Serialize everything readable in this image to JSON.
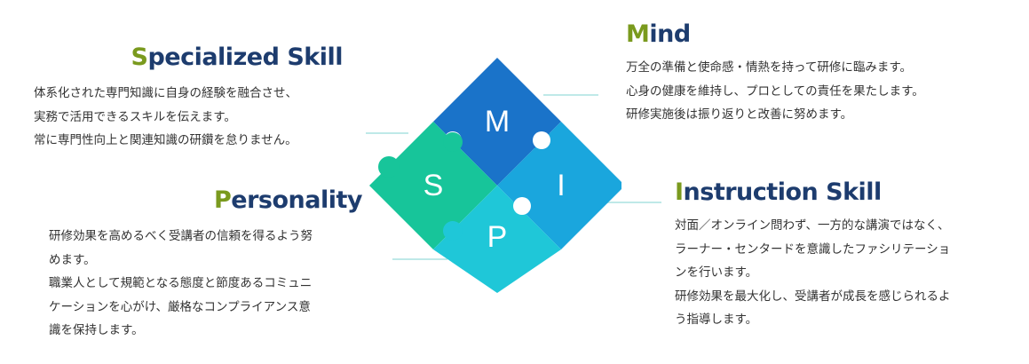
{
  "colors": {
    "accent_initial": "#7a9a1e",
    "title": "#1d3c6e",
    "piece_m": "#1a73c9",
    "piece_i": "#1aa6dd",
    "piece_s": "#17c59a",
    "piece_p": "#1fc7d8",
    "connector_line": "#bfe9e8"
  },
  "puzzle": {
    "m": "M",
    "s": "S",
    "i": "I",
    "p": "P"
  },
  "sections": {
    "specialized": {
      "initial": "S",
      "rest": "pecialized Skill",
      "lines": [
        "体系化された専門知識に自身の経験を融合させ、",
        "実務で活用できるスキルを伝えます。",
        "常に専門性向上と関連知識の研鑽を怠りません。"
      ]
    },
    "personality": {
      "initial": "P",
      "rest": "ersonality",
      "lines": [
        "研修効果を高めるべく受講者の信頼を得るよう努",
        "めます。",
        "職業人として規範となる態度と節度あるコミュニ",
        "ケーションを心がけ、厳格なコンプライアンス意",
        "識を保持します。"
      ]
    },
    "mind": {
      "initial": "M",
      "rest": "ind",
      "lines": [
        "万全の準備と使命感・情熱を持って研修に臨みます。",
        "心身の健康を維持し、プロとしての責任を果たします。",
        "研修実施後は振り返りと改善に努めます。"
      ]
    },
    "instruction": {
      "initial": "I",
      "rest": "nstruction Skill",
      "lines": [
        "対面／オンライン問わず、一方的な講演ではなく、",
        "ラーナー・センタードを意識したファシリテーショ",
        "ンを行います。",
        "研修効果を最大化し、受講者が成長を感じられるよ",
        "う指導します。"
      ]
    }
  }
}
